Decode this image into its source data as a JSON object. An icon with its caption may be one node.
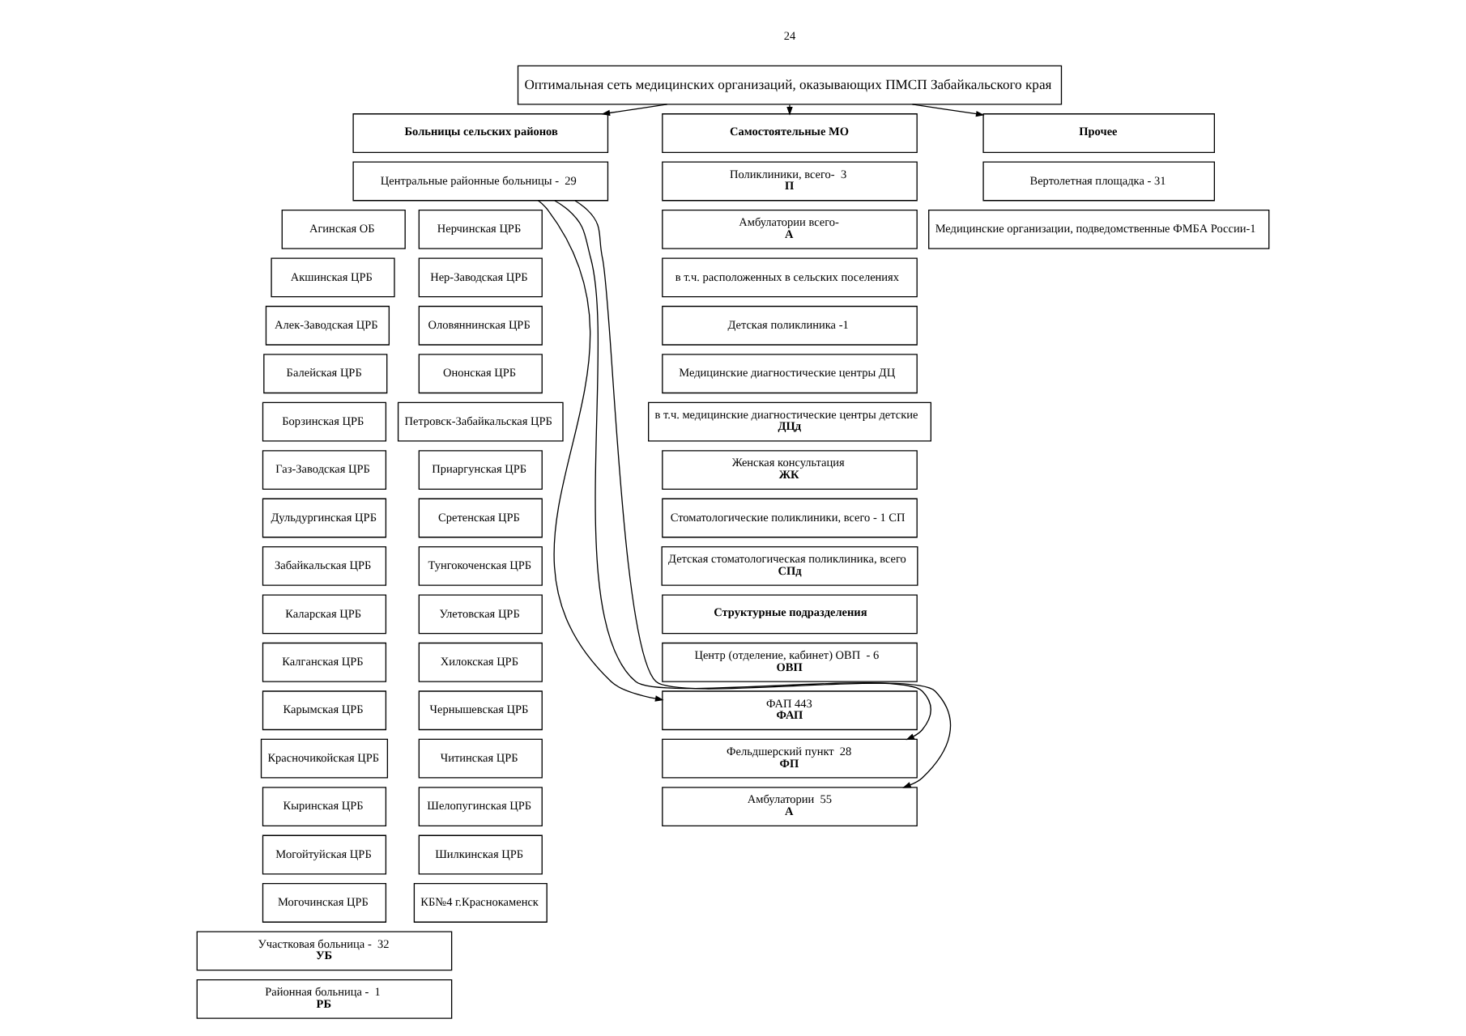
{
  "diagram": {
    "nodes": [
      {
        "text": [
          "Оптимальная сеть медицинских организаций, оказывающих ПМСП Забайкальского края"
        ]
      },
      {
        "text": [
          "Больницы сельских районов"
        ]
      },
      {
        "text": [
          "Центральные районные больницы -  29"
        ]
      },
      {
        "text": [
          "Агинская ОБ"
        ]
      },
      {
        "text": [
          "Акшинская ЦРБ"
        ]
      },
      {
        "text": [
          "Алек-Заводская ЦРБ"
        ]
      },
      {
        "text": [
          "Балейская ЦРБ"
        ]
      },
      {
        "text": [
          "Борзинская ЦРБ"
        ]
      },
      {
        "text": [
          "Газ-Заводская ЦРБ"
        ]
      },
      {
        "text": [
          "Дульдургинская ЦРБ"
        ]
      },
      {
        "text": [
          "Забайкальская ЦРБ"
        ]
      },
      {
        "text": [
          "Каларская ЦРБ"
        ]
      },
      {
        "text": [
          "Калганская ЦРБ"
        ]
      },
      {
        "text": [
          "Карымская ЦРБ"
        ]
      },
      {
        "text": [
          "Красночикойская ЦРБ"
        ]
      },
      {
        "text": [
          "Кыринская ЦРБ"
        ]
      },
      {
        "text": [
          "Могойтуйская ЦРБ"
        ]
      },
      {
        "text": [
          "Могочинская ЦРБ"
        ]
      },
      {
        "text": [
          "Нерчинская ЦРБ"
        ]
      },
      {
        "text": [
          "Нер-Заводская ЦРБ"
        ]
      },
      {
        "text": [
          "Оловяннинская ЦРБ"
        ]
      },
      {
        "text": [
          "Ононская ЦРБ"
        ]
      },
      {
        "text": [
          "Петровск-Забайкальская ЦРБ"
        ]
      },
      {
        "text": [
          "Приаргунская ЦРБ"
        ]
      },
      {
        "text": [
          "Сретенская ЦРБ"
        ]
      },
      {
        "text": [
          "Тунгокоченская ЦРБ"
        ]
      },
      {
        "text": [
          "Улетовская ЦРБ"
        ]
      },
      {
        "text": [
          "Хилокская ЦРБ"
        ]
      },
      {
        "text": [
          "Чернышевская ЦРБ"
        ]
      },
      {
        "text": [
          "Читинская ЦРБ"
        ]
      },
      {
        "text": [
          "Шелопугинская ЦРБ"
        ]
      },
      {
        "text": [
          "Шилкинская ЦРБ"
        ]
      },
      {
        "text": [
          "КБ№4 г.Краснокаменск"
        ]
      },
      {
        "text": [
          "Участковая больница -  32",
          "УБ"
        ]
      },
      {
        "text": [
          "Районная больница -  1",
          "РБ"
        ]
      },
      {
        "text": [
          "Самостоятельные МО"
        ]
      },
      {
        "text": [
          "Поликлиники, всего-  3",
          "П"
        ]
      },
      {
        "text": [
          "Амбулатории всего-",
          "А"
        ]
      },
      {
        "text": [
          "в т.ч. расположенных в сельских поселениях"
        ]
      },
      {
        "text": [
          "Детская поликлиника -1"
        ]
      },
      {
        "text": [
          "Медицинские диагностические центры ДЦ"
        ]
      },
      {
        "text": [
          "в т.ч. медицинские диагностические центры детские",
          "ДЦд"
        ]
      },
      {
        "text": [
          "Женская консультация",
          "ЖК"
        ]
      },
      {
        "text": [
          "Стоматологические поликлиники, всего - 1 СП"
        ]
      },
      {
        "text": [
          "Детская стоматологическая поликлиника, всего",
          "СПд"
        ]
      },
      {
        "text": [
          "Структурные подразделения"
        ]
      },
      {
        "text": [
          "Центр (отделение, кабинет) ОВП  - 6",
          "ОВП"
        ]
      },
      {
        "text": [
          "ФАП 443",
          "ФАП"
        ]
      },
      {
        "text": [
          "Фельдшерский пункт  28",
          "ФП"
        ]
      },
      {
        "text": [
          "Амбулатории  55",
          "А"
        ]
      },
      {
        "text": [
          "Прочее"
        ]
      },
      {
        "text": [
          "Вертолетная площадка - 31"
        ]
      },
      {
        "text": [
          "Медицинские организации, подведомственные ФМБА России-1"
        ]
      }
    ],
    "edges": [
      {
        "from": 0,
        "to": 1,
        "arrow": "to"
      },
      {
        "from": 0,
        "to": 35,
        "arrow": "to"
      },
      {
        "from": 0,
        "to": 50,
        "arrow": "to"
      },
      {
        "from": 2,
        "to": 47,
        "arrow": "to"
      },
      {
        "from": 2,
        "to": 48,
        "arrow": "to"
      },
      {
        "from": 2,
        "to": 49,
        "arrow": "to"
      }
    ],
    "labels": [
      "24"
    ]
  }
}
